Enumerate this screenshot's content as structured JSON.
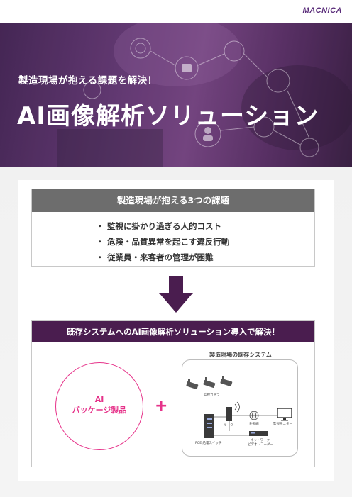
{
  "header": {
    "logo_text": "MACNICA"
  },
  "hero": {
    "subtitle": "製造現場が抱える課題を解決！",
    "title": "AI画像解析ソリューション"
  },
  "challenges": {
    "heading": "製造現場が抱える3つの課題",
    "bullet": "・",
    "items": [
      "監視に掛かり過ぎる人的コスト",
      "危険・品質異常を起こす違反行動",
      "従業員・来客者の管理が困難"
    ]
  },
  "solution": {
    "heading": "既存システムへのAI画像解析ソリューション導入で解決！",
    "ai_line1": "AI",
    "ai_line2": "パッケージ製品",
    "plus": "+",
    "system_title": "製造現場の既存システム",
    "labels": {
      "camera": "監視カメラ",
      "router": "ルーター",
      "internet": "外部網",
      "monitor": "監視モニター",
      "poe_switch": "POE 給電スイッチ",
      "nvr_line1": "ネットワーク",
      "nvr_line2": "ビデオレコーダー"
    }
  },
  "colors": {
    "brand_purple": "#4a1d4f",
    "accent_pink": "#e6338a",
    "gray_header": "#6d6d6d"
  }
}
